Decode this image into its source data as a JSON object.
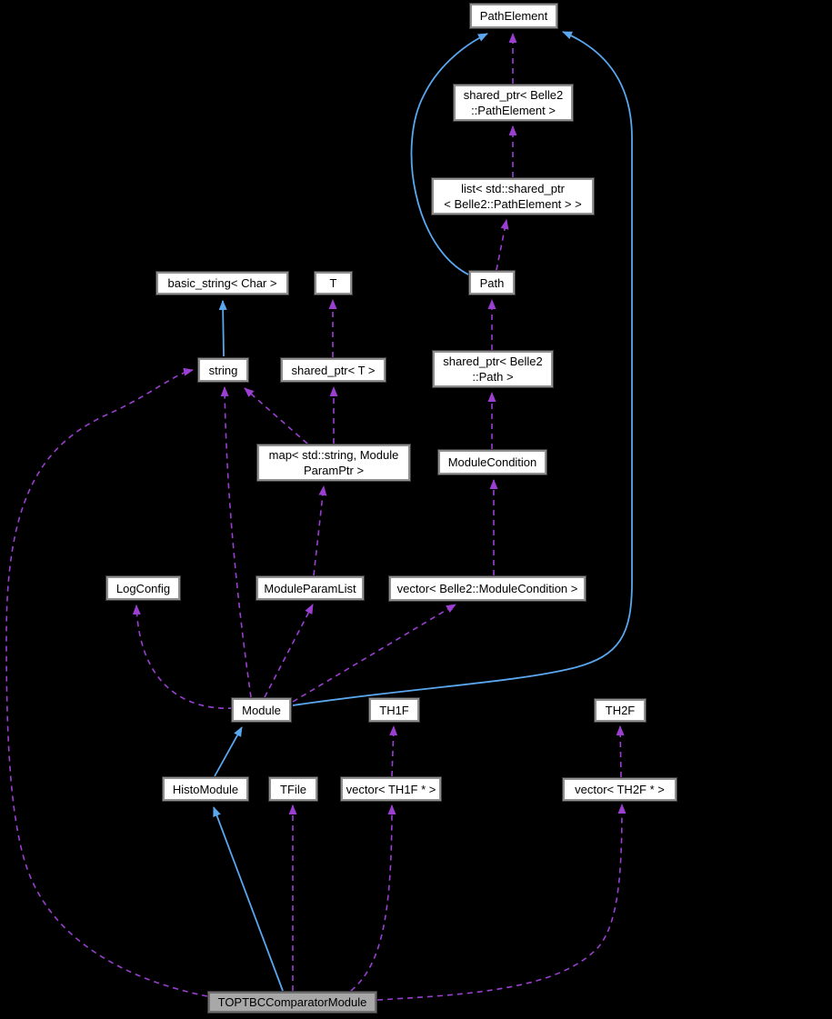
{
  "diagram": {
    "type": "doxygen-collaboration-graph",
    "colors": {
      "background": "#000000",
      "node_fill": "#ffffff",
      "node_border": "#8f8f8f",
      "highlight_node_fill": "#a8a8a8",
      "inheritance_edge": "#5aa7f0",
      "usage_edge": "#9b3fd1",
      "text": "#000000"
    },
    "nodes": [
      {
        "id": "path-element",
        "lines": [
          "PathElement"
        ]
      },
      {
        "id": "shared-ptr-belle2-pathelement",
        "lines": [
          "shared_ptr< Belle2",
          "::PathElement >"
        ]
      },
      {
        "id": "list-std-shared-ptr-belle2-pathelement",
        "lines": [
          "list< std::shared_ptr",
          "< Belle2::PathElement > >"
        ]
      },
      {
        "id": "basic-string-char",
        "lines": [
          "basic_string< Char >"
        ]
      },
      {
        "id": "t",
        "lines": [
          "T"
        ]
      },
      {
        "id": "path",
        "lines": [
          "Path"
        ]
      },
      {
        "id": "string",
        "lines": [
          "string"
        ]
      },
      {
        "id": "shared-ptr-t",
        "lines": [
          "shared_ptr< T >"
        ]
      },
      {
        "id": "shared-ptr-belle2-path",
        "lines": [
          "shared_ptr< Belle2",
          "::Path >"
        ]
      },
      {
        "id": "map-std-string-moduleparamptr",
        "lines": [
          "map< std::string, Module",
          "ParamPtr >"
        ]
      },
      {
        "id": "module-condition",
        "lines": [
          "ModuleCondition"
        ]
      },
      {
        "id": "log-config",
        "lines": [
          "LogConfig"
        ]
      },
      {
        "id": "module-param-list",
        "lines": [
          "ModuleParamList"
        ]
      },
      {
        "id": "vector-belle2-modulecondition",
        "lines": [
          "vector< Belle2::ModuleCondition >"
        ]
      },
      {
        "id": "module",
        "lines": [
          "Module"
        ]
      },
      {
        "id": "th1f",
        "lines": [
          "TH1F"
        ]
      },
      {
        "id": "th2f",
        "lines": [
          "TH2F"
        ]
      },
      {
        "id": "histo-module",
        "lines": [
          "HistoModule"
        ]
      },
      {
        "id": "tfile",
        "lines": [
          "TFile"
        ]
      },
      {
        "id": "vector-th1f-ptr",
        "lines": [
          "vector< TH1F * >"
        ]
      },
      {
        "id": "vector-th2f-ptr",
        "lines": [
          "vector< TH2F * >"
        ]
      },
      {
        "id": "toptbc-comparator-module",
        "lines": [
          "TOPTBCComparatorModule"
        ],
        "highlighted": true
      }
    ],
    "edges": [
      {
        "from": "shared_ptr< Belle2::PathElement >",
        "to": "PathElement",
        "type": "usage"
      },
      {
        "from": "list< std::shared_ptr< Belle2::PathElement > >",
        "to": "shared_ptr< Belle2::PathElement >",
        "type": "usage"
      },
      {
        "from": "Path",
        "to": "list< std::shared_ptr< Belle2::PathElement > >",
        "type": "usage"
      },
      {
        "from": "Path",
        "to": "PathElement",
        "type": "inheritance"
      },
      {
        "from": "string",
        "to": "basic_string< Char >",
        "type": "inheritance"
      },
      {
        "from": "shared_ptr< T >",
        "to": "T",
        "type": "usage"
      },
      {
        "from": "shared_ptr< Belle2::Path >",
        "to": "Path",
        "type": "usage"
      },
      {
        "from": "ModuleCondition",
        "to": "shared_ptr< Belle2::Path >",
        "type": "usage"
      },
      {
        "from": "vector< Belle2::ModuleCondition >",
        "to": "ModuleCondition",
        "type": "usage"
      },
      {
        "from": "map< std::string, ModuleParamPtr >",
        "to": "string",
        "type": "usage"
      },
      {
        "from": "map< std::string, ModuleParamPtr >",
        "to": "shared_ptr< T >",
        "type": "usage"
      },
      {
        "from": "ModuleParamList",
        "to": "map< std::string, ModuleParamPtr >",
        "type": "usage"
      },
      {
        "from": "Module",
        "to": "LogConfig",
        "type": "usage"
      },
      {
        "from": "Module",
        "to": "ModuleParamList",
        "type": "usage"
      },
      {
        "from": "Module",
        "to": "vector< Belle2::ModuleCondition >",
        "type": "usage"
      },
      {
        "from": "Module",
        "to": "string",
        "type": "usage"
      },
      {
        "from": "Module",
        "to": "PathElement",
        "type": "inheritance"
      },
      {
        "from": "HistoModule",
        "to": "Module",
        "type": "inheritance"
      },
      {
        "from": "vector< TH1F * >",
        "to": "TH1F",
        "type": "usage"
      },
      {
        "from": "vector< TH2F * >",
        "to": "TH2F",
        "type": "usage"
      },
      {
        "from": "TOPTBCComparatorModule",
        "to": "HistoModule",
        "type": "inheritance"
      },
      {
        "from": "TOPTBCComparatorModule",
        "to": "TFile",
        "type": "usage"
      },
      {
        "from": "TOPTBCComparatorModule",
        "to": "vector< TH1F * >",
        "type": "usage"
      },
      {
        "from": "TOPTBCComparatorModule",
        "to": "vector< TH2F * >",
        "type": "usage"
      },
      {
        "from": "TOPTBCComparatorModule",
        "to": "string",
        "type": "usage"
      }
    ]
  }
}
